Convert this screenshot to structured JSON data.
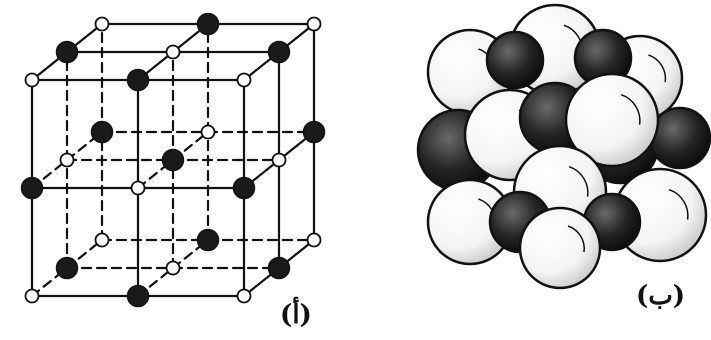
{
  "figure": {
    "panel_a_label": "(أ)",
    "panel_b_label": "(ب)"
  },
  "colors": {
    "ink": "#111111",
    "background": "#ffffff",
    "small_ion": "#1a1a1a",
    "large_ion": "#ffffff"
  },
  "panels": {
    "a": {
      "type": "ball-and-stick lattice",
      "unit_cells": "2x2x2"
    },
    "b": {
      "type": "space-filling model"
    }
  }
}
